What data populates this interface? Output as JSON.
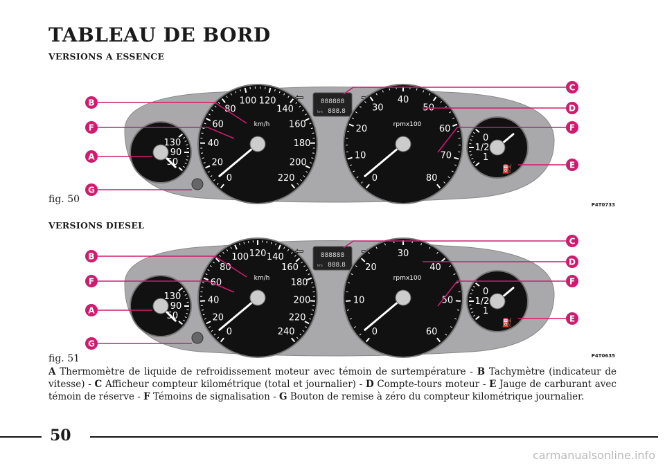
{
  "title": "TABLEAU DE BORD",
  "sections": [
    {
      "subtitle": "VERSIONS A ESSENCE",
      "fig_label": "fig. 50",
      "code": "P4T0733"
    },
    {
      "subtitle": "VERSIONS DIESEL",
      "fig_label": "fig. 51",
      "code": "P4T0635"
    }
  ],
  "callouts": [
    "A",
    "B",
    "C",
    "D",
    "E",
    "F",
    "G"
  ],
  "gauges": {
    "speed_unit": "km/h",
    "rpm_unit": "rpmx100",
    "temp_labels": [
      "130",
      "90",
      "50"
    ],
    "fuel_labels": [
      "1",
      "1/2",
      "0"
    ],
    "odo_top": "888888",
    "odo_bottom": "888.8",
    "odo_unit": "km",
    "petrol_speed": [
      "0",
      "20",
      "40",
      "60",
      "80",
      "100",
      "120",
      "140",
      "160",
      "180",
      "200",
      "220"
    ],
    "diesel_speed": [
      "0",
      "20",
      "40",
      "60",
      "80",
      "100",
      "120",
      "140",
      "160",
      "180",
      "200",
      "220",
      "240"
    ],
    "petrol_rpm": [
      "0",
      "10",
      "20",
      "30",
      "40",
      "50",
      "60",
      "70",
      "80"
    ],
    "diesel_rpm": [
      "0",
      "10",
      "20",
      "30",
      "40",
      "50",
      "60"
    ]
  },
  "caption": [
    {
      "key": "A",
      "text": " Thermomètre de liquide de refroidissement moteur avec témoin de surtempérature - "
    },
    {
      "key": "B",
      "text": " Tachymètre (indicateur de vitesse) - "
    },
    {
      "key": "C",
      "text": " Afficheur compteur kilométrique (total et journalier) - "
    },
    {
      "key": "D",
      "text": " Compte-tours moteur - "
    },
    {
      "key": "E",
      "text": " Jauge de carburant avec témoin de réserve - "
    },
    {
      "key": "F",
      "text": " Témoins de signalisation - "
    },
    {
      "key": "G",
      "text": " Bouton de remise à zéro du compteur kilométrique journalier."
    }
  ],
  "page_number": "50",
  "watermark": "carmanualsonline.info",
  "colors": {
    "callout": "#d01a6e",
    "panel": "#a9a9ab",
    "dial": "#111111"
  }
}
